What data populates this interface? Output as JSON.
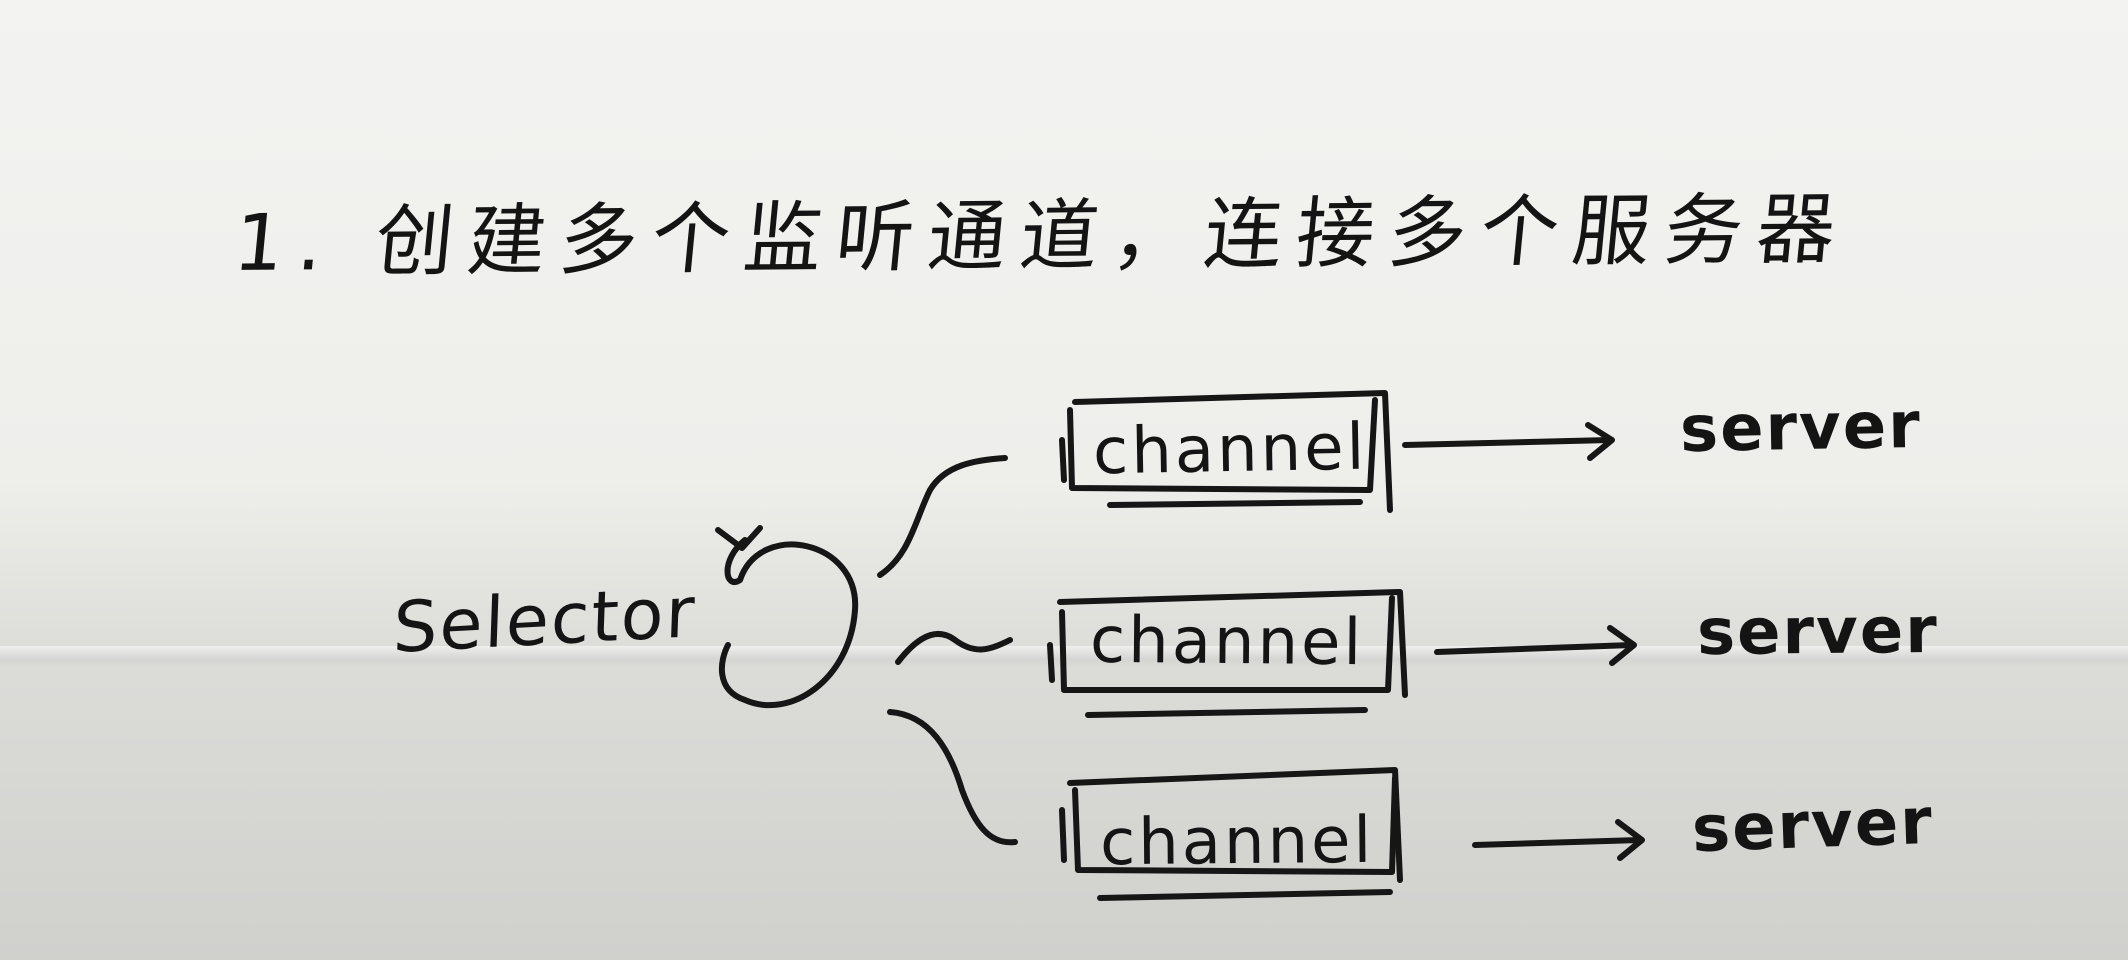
{
  "note": {
    "title": "1. 创建多个监听通道，连接多个服务器",
    "selector": "Selector",
    "channels": [
      {
        "label": "channel",
        "target": "server"
      },
      {
        "label": "channel",
        "target": "server"
      },
      {
        "label": "channel",
        "target": "server"
      }
    ]
  },
  "colors": {
    "ink": "#161616",
    "paper": "#efefec"
  }
}
